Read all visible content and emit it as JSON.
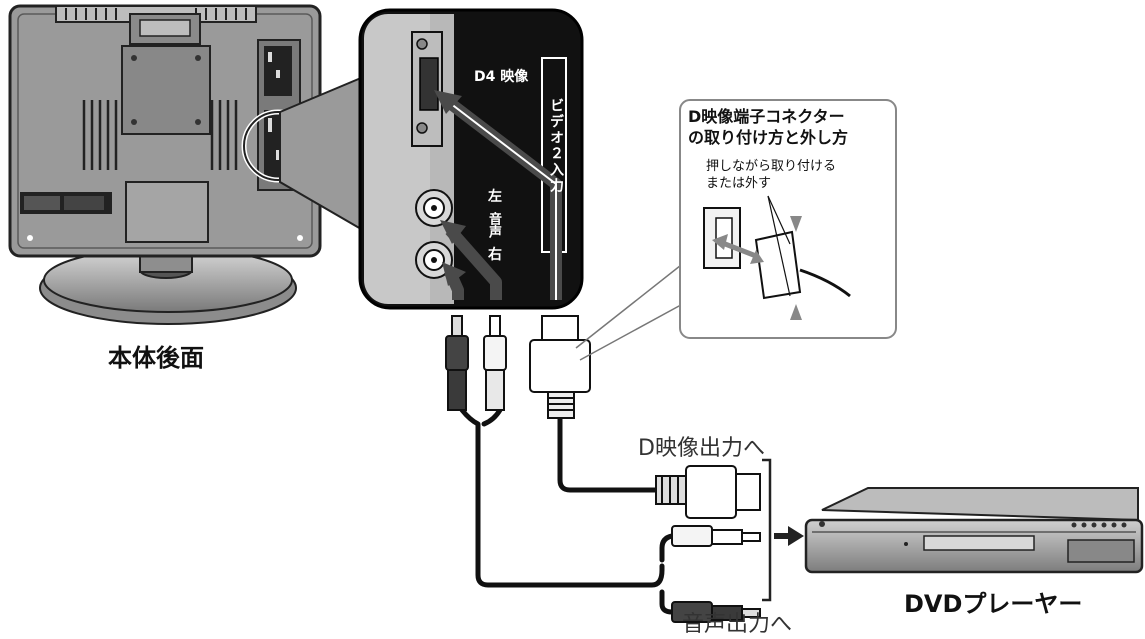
{
  "labels": {
    "rear_view": "本体後面",
    "d_video_output": "D映像出力へ",
    "audio_output": "音声出力へ",
    "dvd_player": "DVDプレーヤー"
  },
  "panel": {
    "d4_label": "D4 映像",
    "video2_input": "ビデオ２入力",
    "audio_left": "左",
    "audio_word": "音声",
    "audio_right": "右"
  },
  "callout": {
    "title_line1": "D映像端子コネクター",
    "title_line2": "の取り付け方と外し方",
    "note_line1": "押しながら取り付ける",
    "note_line2": "または外す"
  },
  "colors": {
    "panel_black": "#111111",
    "panel_gray": "#cfcfcf",
    "tv_body": "#9a9a9a",
    "arrow_dark": "#3a3a3a",
    "callout_arrow": "#888888"
  }
}
